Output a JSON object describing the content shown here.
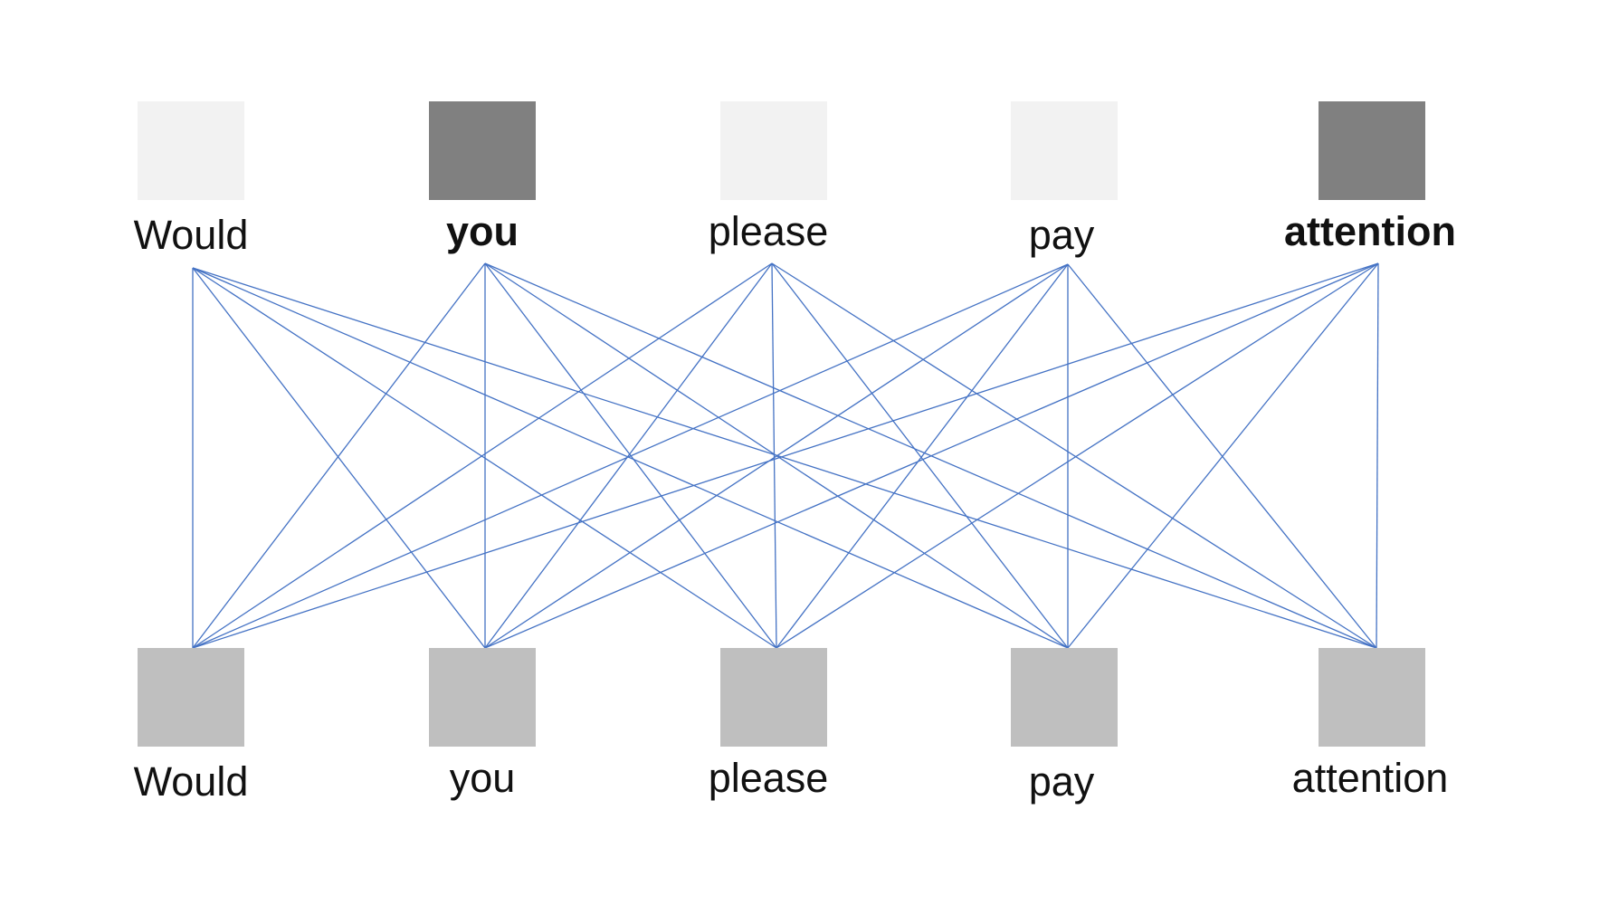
{
  "top_row": {
    "tokens": [
      {
        "word": "Would",
        "emphasis": false,
        "box_color": "#f2f2f2"
      },
      {
        "word": "you",
        "emphasis": true,
        "box_color": "#808080"
      },
      {
        "word": "please",
        "emphasis": false,
        "box_color": "#f2f2f2"
      },
      {
        "word": "pay",
        "emphasis": false,
        "box_color": "#f2f2f2"
      },
      {
        "word": "attention",
        "emphasis": true,
        "box_color": "#808080"
      }
    ]
  },
  "bottom_row": {
    "tokens": [
      {
        "word": "Would",
        "emphasis": false,
        "box_color": "#bfbfbf"
      },
      {
        "word": "you",
        "emphasis": false,
        "box_color": "#bfbfbf"
      },
      {
        "word": "please",
        "emphasis": false,
        "box_color": "#bfbfbf"
      },
      {
        "word": "pay",
        "emphasis": false,
        "box_color": "#bfbfbf"
      },
      {
        "word": "attention",
        "emphasis": false,
        "box_color": "#bfbfbf"
      }
    ]
  },
  "connections": {
    "pattern": "all-to-all",
    "color": "#4472c4"
  }
}
